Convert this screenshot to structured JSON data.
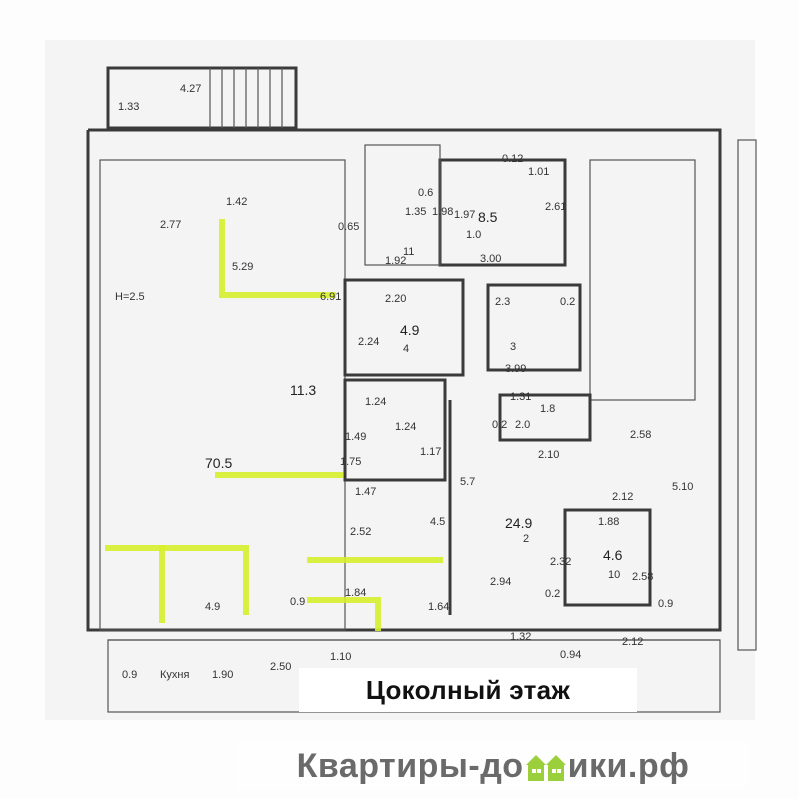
{
  "title": "Цоколный этаж",
  "watermark": {
    "text_before": "Квартиры-до",
    "text_after": "ики.рф"
  },
  "colors": {
    "highlight": "#d7ef2c",
    "wall": "#3a3a3a",
    "accent": "#3c7ad6"
  },
  "dimensions": [
    "4.27",
    "1.33",
    "2.77",
    "1.42",
    "5.29",
    "0.65",
    "6.91",
    "1.92",
    "11",
    "0.6",
    "1.35",
    "1.98",
    "1.97",
    "1.0",
    "8.5",
    "2.61",
    "3.00",
    "0.12",
    "1.01",
    "2.20",
    "2.24",
    "4.9",
    "4",
    "2.3",
    "3",
    "0.2",
    "3.99",
    "11.3",
    "H=2.5",
    "1.24",
    "1.24",
    "1.31",
    "1.8",
    "2.0",
    "0.2",
    "2.58",
    "1.49",
    "1.75",
    "1.17",
    "2.10",
    "70.5",
    "5.10",
    "1.47",
    "5.7",
    "4.5",
    "2.52",
    "2.12",
    "1.88",
    "24.9",
    "2",
    "4.6",
    "10",
    "2.58",
    "2.32",
    "1.84",
    "4.9",
    "0.9",
    "1.64",
    "2.94",
    "0.2",
    "0.9",
    "1.32",
    "0.94",
    "2.12",
    "1.10",
    "2.50",
    "0.9",
    "Кухня",
    "1.90"
  ]
}
